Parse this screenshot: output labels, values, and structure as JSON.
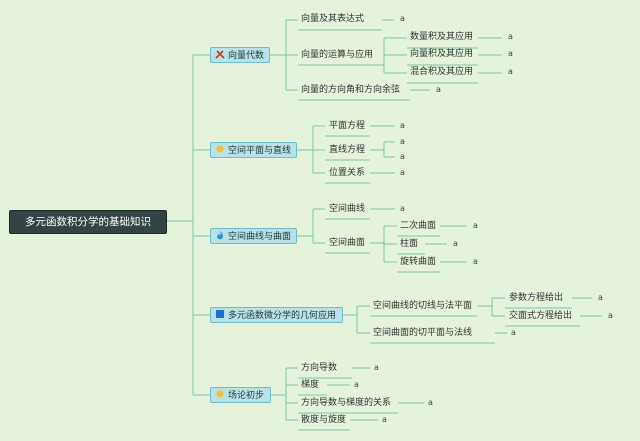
{
  "root": "多元函数积分学的基础知识",
  "branches": [
    {
      "label": "向量代数",
      "icon": "tools-icon",
      "children": [
        {
          "label": "向量及其表达式",
          "note": "a"
        },
        {
          "label": "向量的运算与应用",
          "children": [
            {
              "label": "数量积及其应用",
              "note": "a"
            },
            {
              "label": "向量积及其应用",
              "note": "a"
            },
            {
              "label": "混合积及其应用",
              "note": "a"
            }
          ]
        },
        {
          "label": "向量的方向角和方向余弦",
          "note": "a"
        }
      ]
    },
    {
      "label": "空间平面与直线",
      "icon": "sun-icon",
      "children": [
        {
          "label": "平面方程",
          "note": "a"
        },
        {
          "label": "直线方程",
          "notes": [
            "a",
            "a"
          ]
        },
        {
          "label": "位置关系",
          "note": "a"
        }
      ]
    },
    {
      "label": "空间曲线与曲面",
      "icon": "flame-icon",
      "children": [
        {
          "label": "空间曲线",
          "note": "a"
        },
        {
          "label": "空间曲面",
          "children": [
            {
              "label": "二次曲面",
              "note": "a"
            },
            {
              "label": "柱面",
              "note": "a"
            },
            {
              "label": "旋转曲面",
              "note": "a"
            }
          ]
        }
      ]
    },
    {
      "label": "多元函数微分学的几何应用",
      "icon": "flag-icon",
      "children": [
        {
          "label": "空间曲线的切线与法平面",
          "children": [
            {
              "label": "参数方程给出",
              "note": "a"
            },
            {
              "label": "交面式方程给出",
              "note": "a"
            }
          ]
        },
        {
          "label": "空间曲面的切平面与法线",
          "note": "a"
        }
      ]
    },
    {
      "label": "场论初步",
      "icon": "sun-icon",
      "children": [
        {
          "label": "方向导数",
          "note": "a"
        },
        {
          "label": "梯度",
          "note": "a"
        },
        {
          "label": "方向导数与梯度的关系",
          "note": "a"
        },
        {
          "label": "散度与旋度",
          "note": "a"
        }
      ]
    }
  ],
  "colors": {
    "background": "#e5f3dc",
    "root_fill": "#344444",
    "branch_fill": "#b9e1e8",
    "line": "#7cc7a4"
  }
}
